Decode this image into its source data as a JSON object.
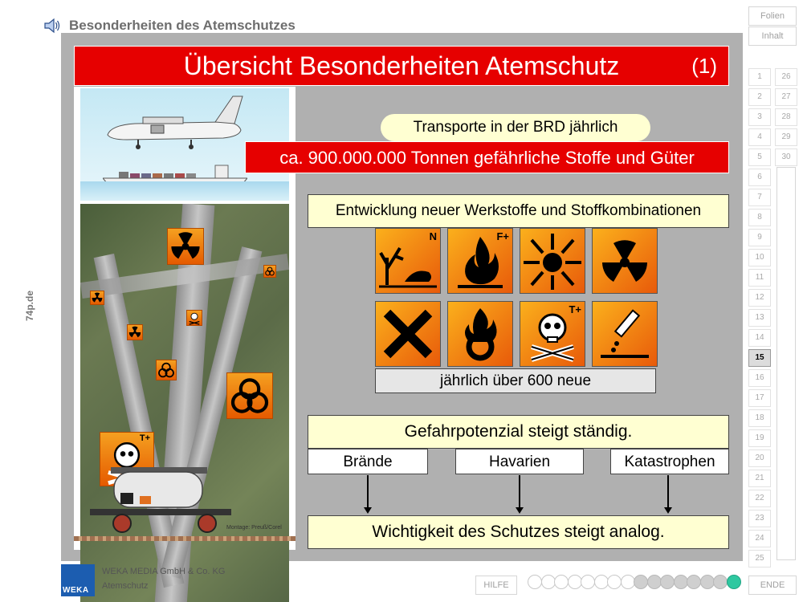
{
  "app_title": "Besonderheiten des Atemschutzes",
  "side_text": "74p.de",
  "slide": {
    "title": "Übersicht Besonderheiten Atemschutz",
    "title_number": "(1)",
    "transport_label": "Transporte in der BRD jährlich",
    "transport_amount": "ca. 900.000.000 Tonnen gefährliche Stoffe und Güter",
    "development": "Entwicklung neuer Werkstoffe und Stoffkombinationen",
    "yearly_new": "jährlich über 600 neue",
    "hazard_rise": "Gefahrpotenzial steigt ständig.",
    "incidents": [
      "Brände",
      "Havarien",
      "Katastrophen"
    ],
    "protection": "Wichtigkeit des Schutzes steigt analog.",
    "montage_credit": "Montage: Preuß/Corel",
    "symbols": [
      {
        "icon": "environment-hazard-icon",
        "letter": "N"
      },
      {
        "icon": "flammable-icon",
        "letter": "F+"
      },
      {
        "icon": "explosive-icon",
        "letter": ""
      },
      {
        "icon": "radioactive-icon",
        "letter": ""
      },
      {
        "icon": "harmful-icon",
        "letter": ""
      },
      {
        "icon": "oxidizing-icon",
        "letter": ""
      },
      {
        "icon": "toxic-icon",
        "letter": "T+"
      },
      {
        "icon": "corrosive-icon",
        "letter": ""
      }
    ],
    "photo_symbol_letter": "T+"
  },
  "nav": {
    "folien_label": "Folien",
    "inhalt_label": "Inhalt",
    "hilfe_label": "HILFE",
    "ende_label": "ENDE",
    "slide_numbers_col1": [
      "1",
      "2",
      "3",
      "4",
      "5",
      "6",
      "7",
      "8",
      "9",
      "10",
      "11",
      "12",
      "13",
      "14",
      "15",
      "16",
      "17",
      "18",
      "19",
      "20",
      "21",
      "22",
      "23",
      "24",
      "25"
    ],
    "slide_numbers_col2": [
      "26",
      "27",
      "28",
      "29",
      "30"
    ],
    "active_slide": "15",
    "progress_total": 16,
    "progress_seen": 15
  },
  "footer": {
    "logo": "WEKA",
    "company": "WEKA MEDIA GmbH & Co. KG",
    "product": "Atemschutz"
  },
  "colors": {
    "title_red": "#e60000",
    "box_yellow": "#ffffd2",
    "slide_gray": "#b0b0b0",
    "progress_current": "#2ec8a0",
    "logo_blue": "#1c5db0"
  }
}
